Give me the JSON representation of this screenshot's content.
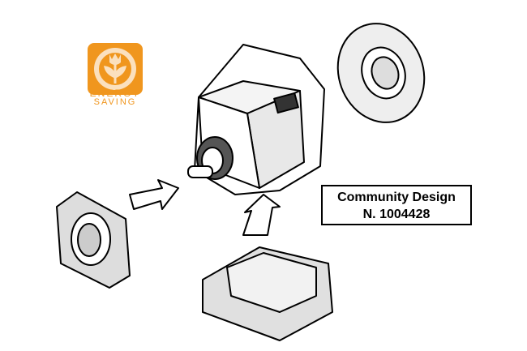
{
  "logo": {
    "line1": "ENERGY",
    "line2": "SAVING",
    "color": "#F0961E"
  },
  "badge": {
    "line1": "Community Design",
    "line2": "N. 1004428"
  }
}
